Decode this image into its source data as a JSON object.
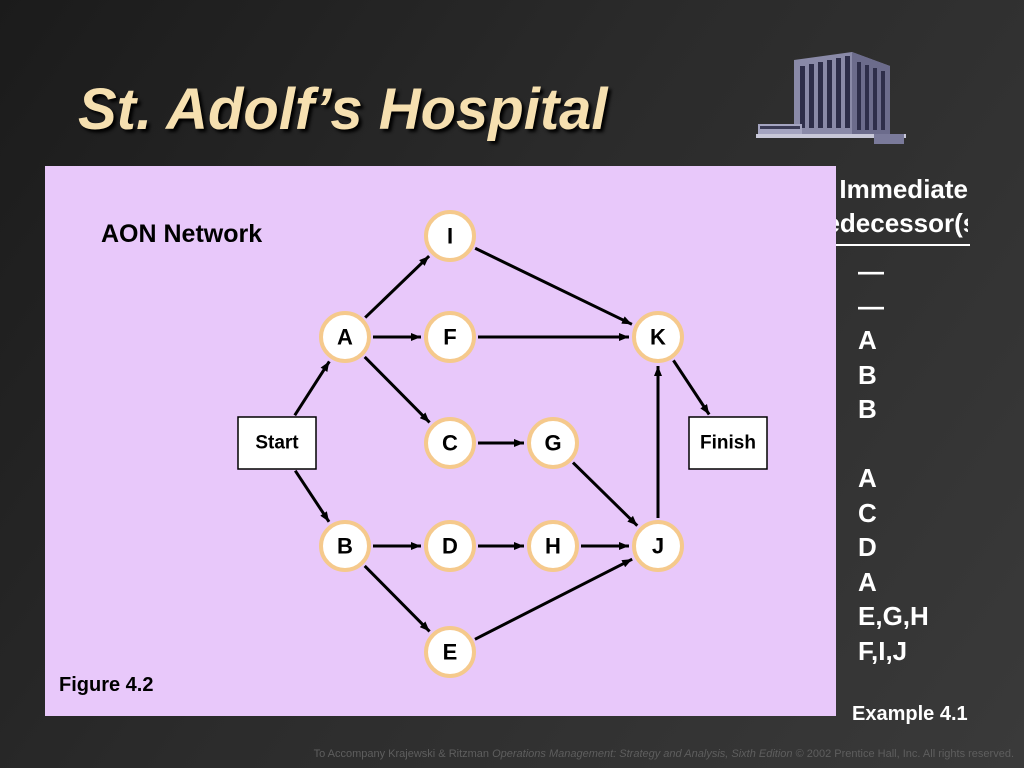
{
  "title": "St. Adolf’s Hospital",
  "predecessor_header": [
    "Immediate",
    "Predecessor(s)"
  ],
  "predecessors": [
    "—",
    "—",
    "A",
    "B",
    "B",
    "",
    "A",
    "C",
    "D",
    "A",
    "E,G,H",
    "F,I,J"
  ],
  "example_label": "Example 4.1",
  "diagram": {
    "network_label": "AON Network",
    "figure_label": "Figure 4.2",
    "nodes": [
      {
        "id": "Start",
        "label": "Start",
        "shape": "box"
      },
      {
        "id": "A",
        "label": "A",
        "shape": "circle"
      },
      {
        "id": "B",
        "label": "B",
        "shape": "circle"
      },
      {
        "id": "I",
        "label": "I",
        "shape": "circle"
      },
      {
        "id": "F",
        "label": "F",
        "shape": "circle"
      },
      {
        "id": "C",
        "label": "C",
        "shape": "circle"
      },
      {
        "id": "G",
        "label": "G",
        "shape": "circle"
      },
      {
        "id": "D",
        "label": "D",
        "shape": "circle"
      },
      {
        "id": "H",
        "label": "H",
        "shape": "circle"
      },
      {
        "id": "E",
        "label": "E",
        "shape": "circle"
      },
      {
        "id": "K",
        "label": "K",
        "shape": "circle"
      },
      {
        "id": "J",
        "label": "J",
        "shape": "circle"
      },
      {
        "id": "Finish",
        "label": "Finish",
        "shape": "box"
      }
    ],
    "edges": [
      [
        "Start",
        "A"
      ],
      [
        "Start",
        "B"
      ],
      [
        "A",
        "I"
      ],
      [
        "A",
        "F"
      ],
      [
        "A",
        "C"
      ],
      [
        "B",
        "D"
      ],
      [
        "B",
        "E"
      ],
      [
        "I",
        "K"
      ],
      [
        "F",
        "K"
      ],
      [
        "C",
        "G"
      ],
      [
        "G",
        "J"
      ],
      [
        "D",
        "H"
      ],
      [
        "H",
        "J"
      ],
      [
        "E",
        "J"
      ],
      [
        "J",
        "K"
      ],
      [
        "K",
        "Finish"
      ]
    ]
  },
  "colors": {
    "panel": "#e8c8fa",
    "node_fill": "#ffffff",
    "node_ring": "#f5c98c",
    "title": "#f6e0b0",
    "text_light": "#ffffff",
    "edge": "#000000"
  },
  "footer": {
    "prefix": "To Accompany Krajewski & Ritzman ",
    "book": "Operations Management: Strategy and Analysis, Sixth Edition",
    "suffix": " © 2002 Prentice Hall, Inc. All rights reserved."
  }
}
